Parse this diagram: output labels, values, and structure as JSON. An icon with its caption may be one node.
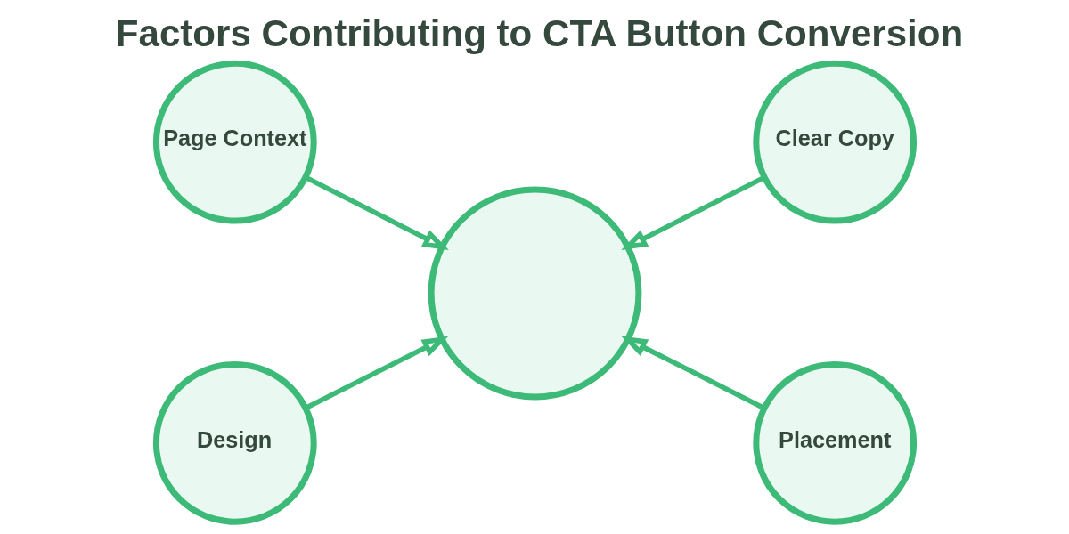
{
  "diagram": {
    "title": "Factors Contributing to CTA Button Conversion",
    "nodes": [
      {
        "text": [
          "Page Context"
        ]
      },
      {
        "text": [
          "Clear Copy"
        ]
      },
      {
        "text": [],
        "shape": "circle"
      },
      {
        "text": [
          "Design"
        ]
      },
      {
        "text": [
          "Placement"
        ]
      }
    ],
    "edges": [
      {
        "from": 0,
        "to": 2,
        "arrow": "to"
      },
      {
        "from": 1,
        "to": 2,
        "arrow": "to"
      },
      {
        "from": 3,
        "to": 2,
        "arrow": "to"
      },
      {
        "from": 4,
        "to": 2,
        "arrow": "to"
      }
    ]
  }
}
